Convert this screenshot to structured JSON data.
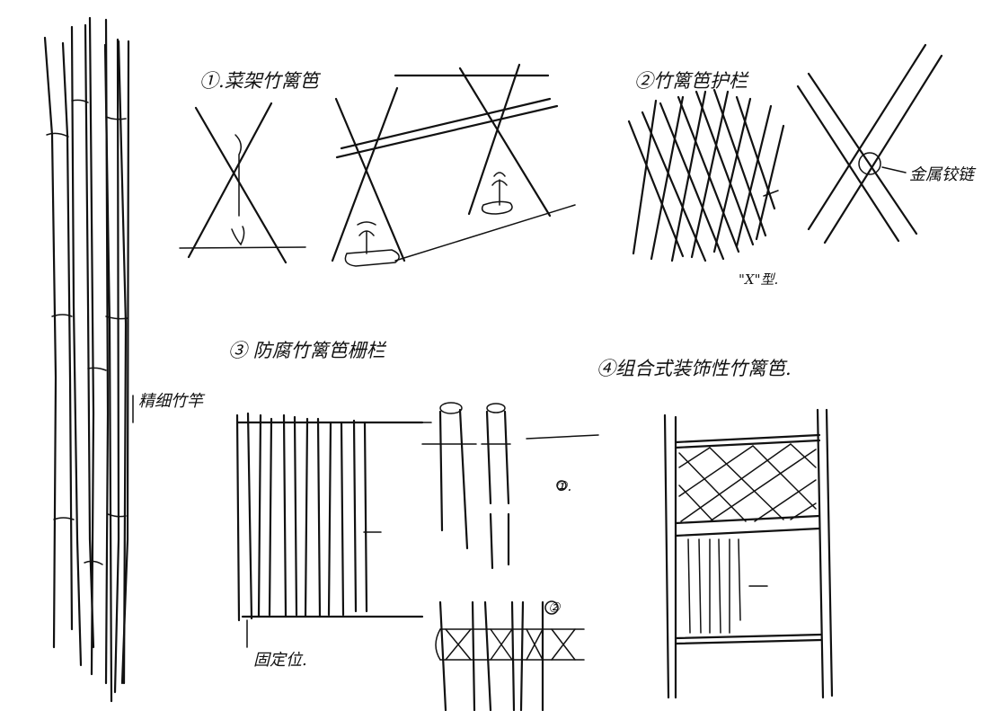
{
  "diagram": {
    "subject": "Bamboo fence design sketches",
    "labels": {
      "bamboo_poles": "精细竹竿",
      "section1_title": "①.菜架竹篱笆",
      "section2_title": "②竹篱笆护栏",
      "section2_detail": "金属铰链",
      "section2_shape": "\"X\"型.",
      "section3_title": "③ 防腐竹篱笆栅栏",
      "section3_fixing": "固定位.",
      "section3_marker_1": "①.",
      "section3_marker_2": "②",
      "section4_title": "④组合式装饰性竹篱笆."
    },
    "colors": {
      "ink": "#111111",
      "paper": "#ffffff"
    }
  }
}
